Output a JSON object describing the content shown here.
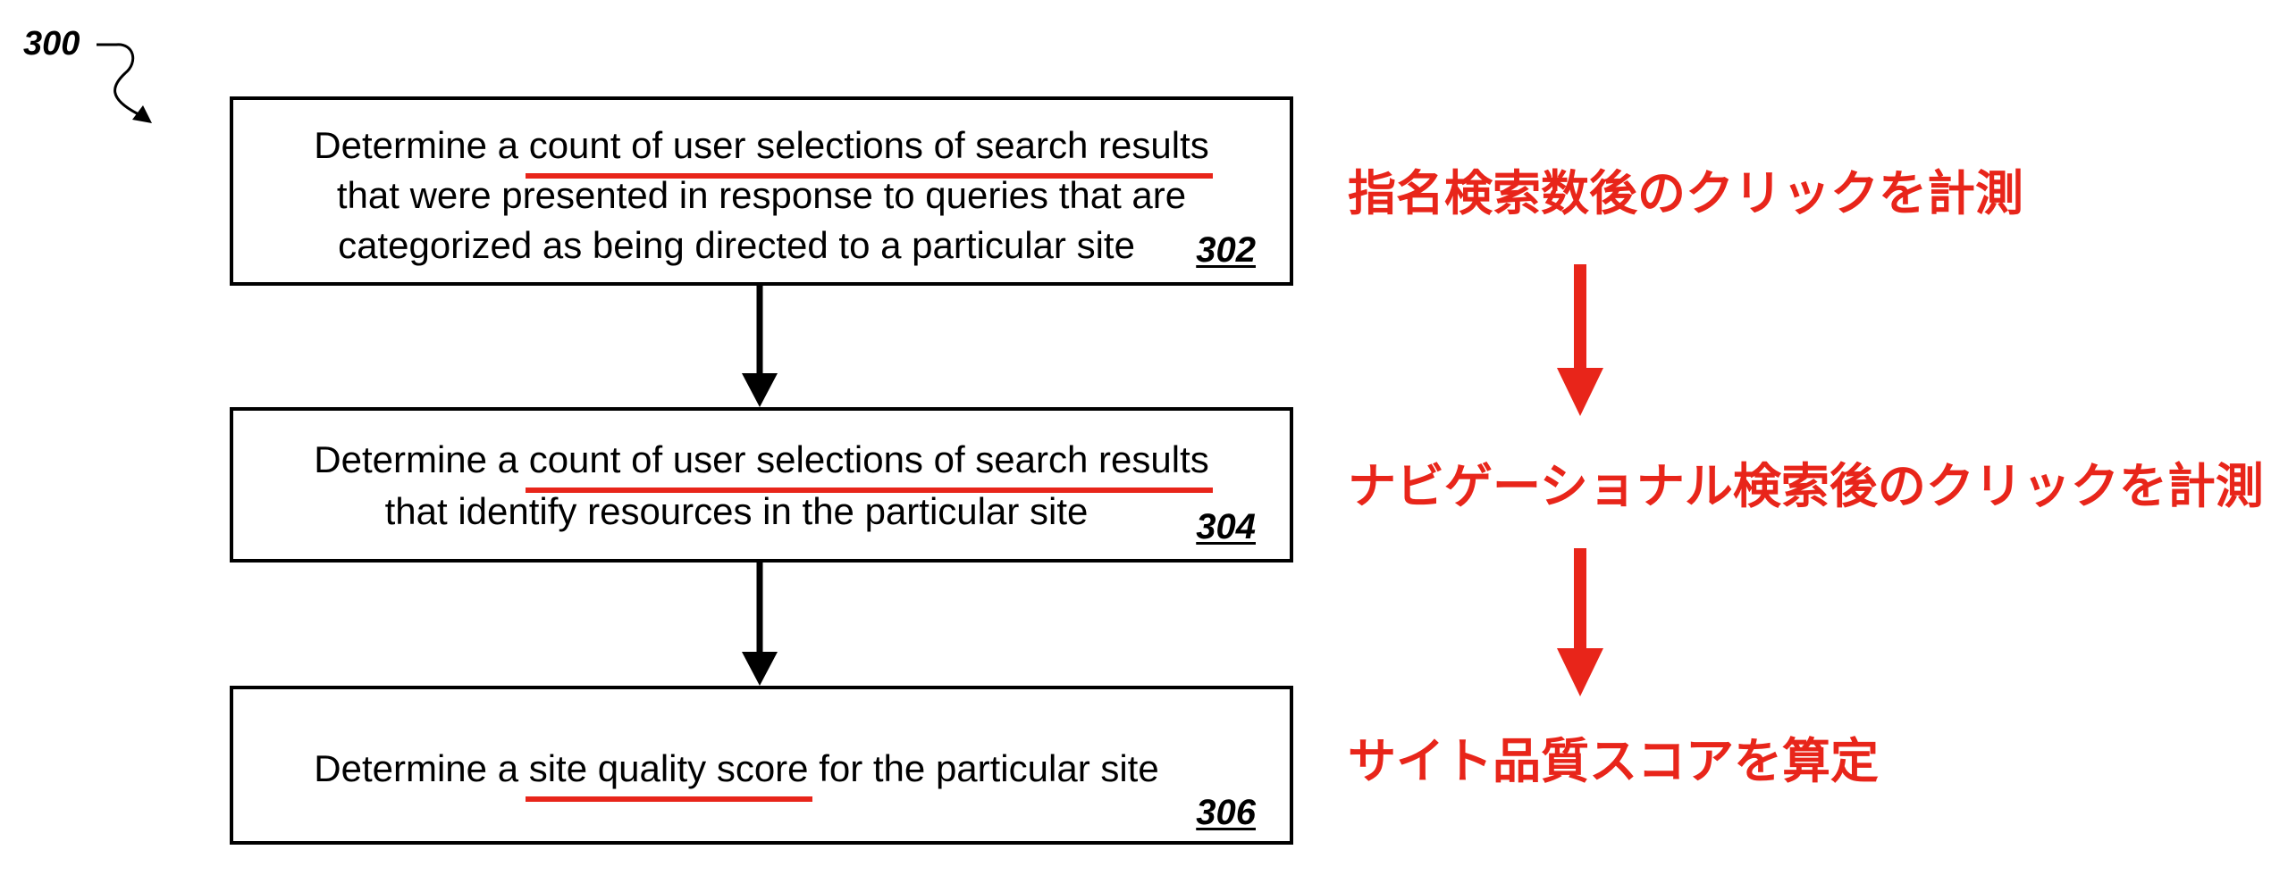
{
  "figure": {
    "label": "300"
  },
  "steps": [
    {
      "id": "302",
      "lines": [
        {
          "pre": "Determine a ",
          "hl": "count of user selections of search results",
          "post": ""
        },
        {
          "pre": "that were presented in response to queries that are",
          "hl": "",
          "post": ""
        },
        {
          "pre": "categorized as being directed to a particular site",
          "hl": "",
          "post": ""
        }
      ]
    },
    {
      "id": "304",
      "lines": [
        {
          "pre": "Determine a ",
          "hl": "count of user selections of search results",
          "post": ""
        },
        {
          "pre": "that identify resources in the particular site",
          "hl": "",
          "post": ""
        }
      ]
    },
    {
      "id": "306",
      "lines": [
        {
          "pre": "Determine a ",
          "hl": "site quality score",
          "post": " for the particular site"
        }
      ]
    }
  ],
  "annotations": [
    "指名検索数後のクリックを計測",
    "ナビゲーショナル検索後のクリックを計測",
    "サイト品質スコアを算定"
  ],
  "colors": {
    "highlight": "#e8251a",
    "stroke": "#000000"
  }
}
